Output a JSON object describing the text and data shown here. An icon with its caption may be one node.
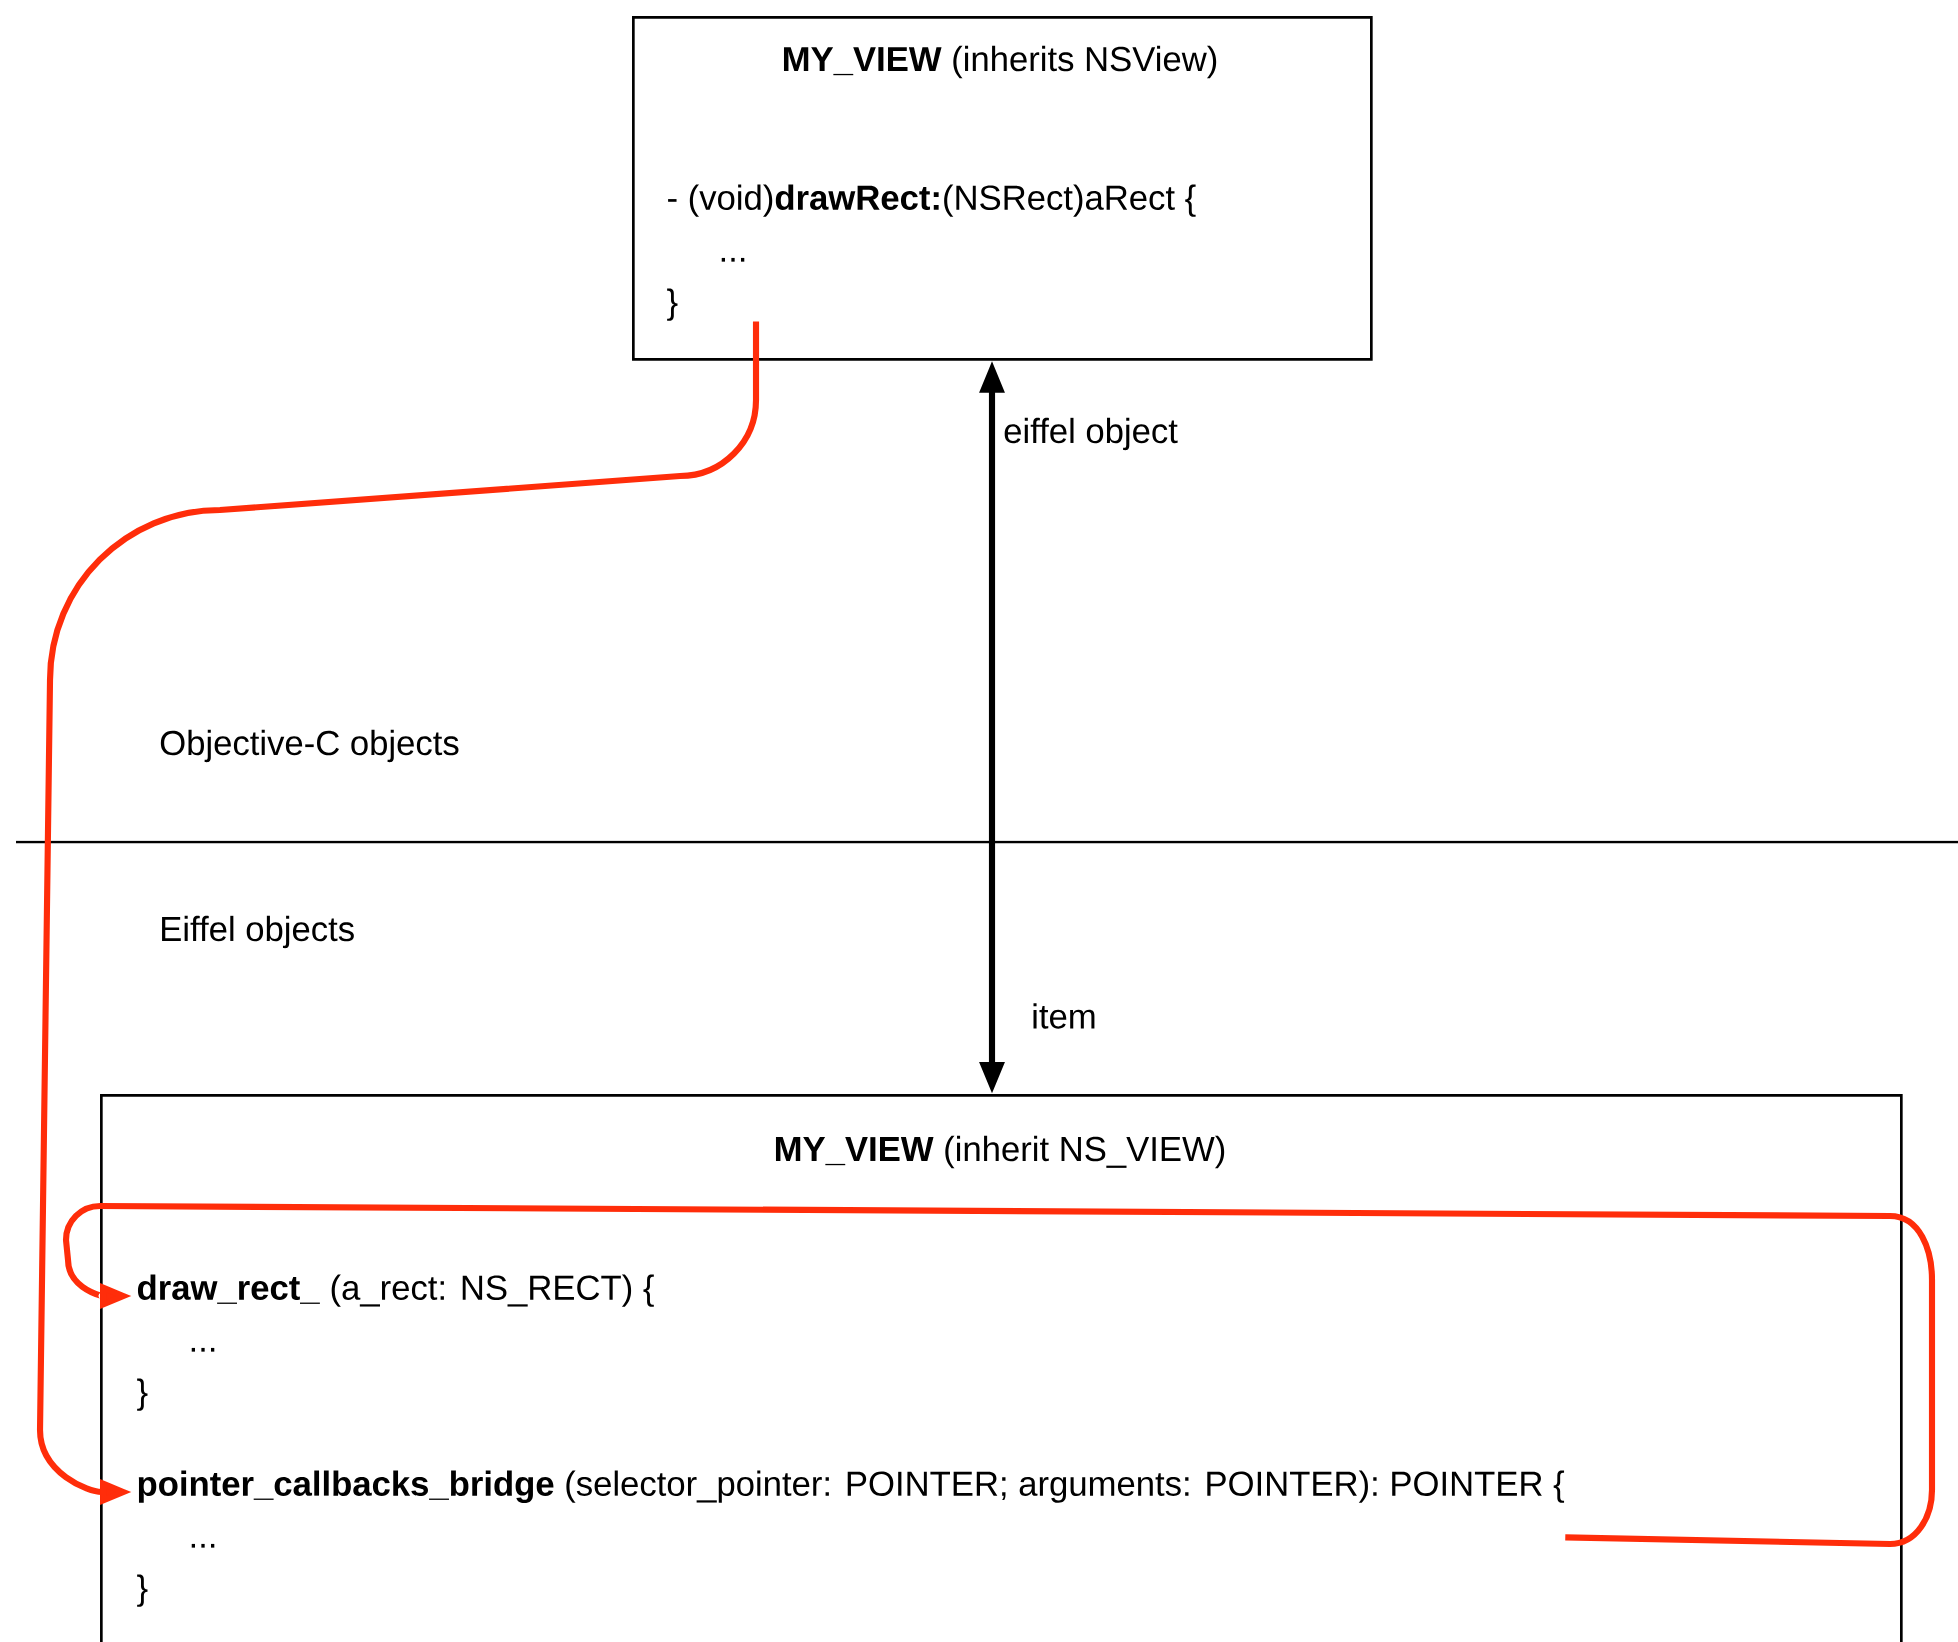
{
  "diagram": {
    "nodes": [
      {
        "text": [
          "**MY_VIEW** (inherits NSView)"
        ]
      },
      {
        "text": [
          "- (void)**drawRect:**(NSRect)aRect {",
          "...",
          "}"
        ],
        "in": 0
      },
      {
        "text": [
          "**MY_VIEW** (inherit NS_VIEW)"
        ]
      },
      {
        "text": [
          "**draw_rect_** (a_rect: NS_RECT) {",
          "...",
          "}"
        ],
        "in": 2
      },
      {
        "text": [
          "**pointer_callbacks_bridge** (selector_pointer: POINTER; arguments: POINTER): POINTER {",
          "...",
          "}"
        ],
        "in": 2
      }
    ],
    "edges": [
      {
        "from": 0,
        "to": 2,
        "arrow": "both",
        "label": "eiffel object",
        "color": "#000000"
      },
      {
        "from": 1,
        "to": 4,
        "arrow": "to",
        "color": "#ff2d0a"
      },
      {
        "from": 4,
        "to": 3,
        "arrow": "to",
        "color": "#ff2d0a"
      }
    ],
    "labels": [
      "Objective-C objects",
      "Eiffel objects",
      "item"
    ]
  }
}
